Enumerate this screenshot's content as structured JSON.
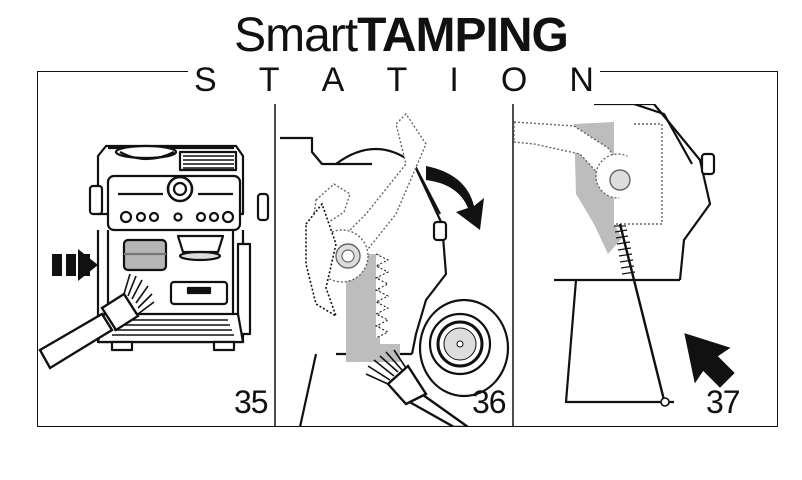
{
  "title": {
    "light": "Smart",
    "bold": "TAMPING"
  },
  "subtitle_letters": [
    "S",
    "T",
    "A",
    "T",
    "I",
    "O",
    "N"
  ],
  "steps": [
    "35",
    "36",
    "37"
  ]
}
